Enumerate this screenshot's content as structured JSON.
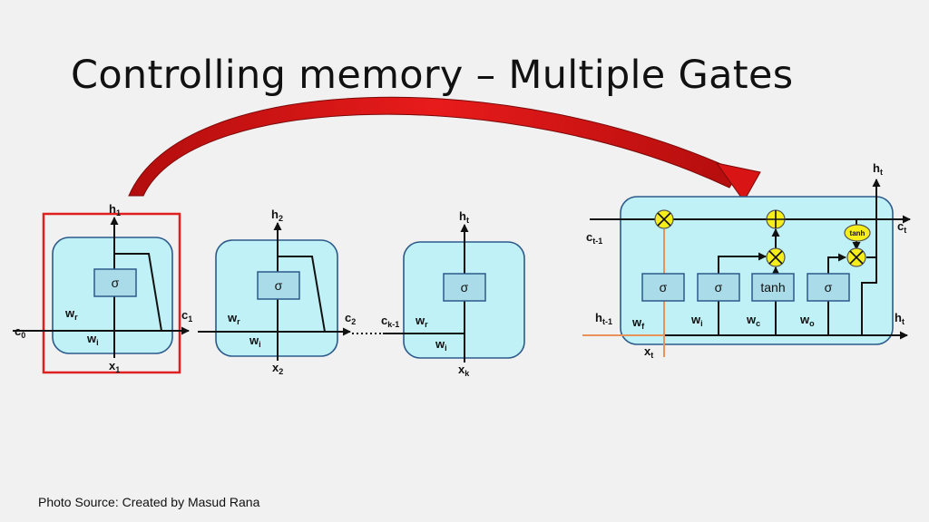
{
  "title": "Controlling memory – Multiple Gates",
  "footer": "Photo Source: Created by Masud Rana",
  "colors": {
    "cell_fill": "#bff1f6",
    "cell_stroke": "#2c5a8a",
    "gate_fill": "#a9dbe9",
    "highlight_red": "#e02020",
    "input_line_orange": "#e8925a",
    "op_yellow": "#f5ee1a",
    "arrow_red": "#cc1111"
  },
  "cells": [
    {
      "h": "h",
      "h_sub": "1",
      "x": "x",
      "x_sub": "1",
      "c_in": "c",
      "c_in_sub": "0",
      "c_out": "c",
      "c_out_sub": "1",
      "gate": "σ",
      "w_r": "w",
      "w_r_sub": "r",
      "w_i": "w",
      "w_i_sub": "i"
    },
    {
      "h": "h",
      "h_sub": "2",
      "x": "x",
      "x_sub": "2",
      "c_out": "c",
      "c_out_sub": "2",
      "gate": "σ",
      "w_r": "w",
      "w_r_sub": "r",
      "w_i": "w",
      "w_i_sub": "i"
    },
    {
      "h": "h",
      "h_sub": "t",
      "x": "x",
      "x_sub": "k",
      "c_in": "c",
      "c_in_sub": "k-1",
      "gate": "σ",
      "w_r": "w",
      "w_r_sub": "r",
      "w_i": "w",
      "w_i_sub": "i"
    }
  ],
  "lstm": {
    "h_top": "h",
    "h_top_sub": "t",
    "c_prev": "c",
    "c_prev_sub": "t-1",
    "c_next": "c",
    "c_next_sub": "t",
    "h_prev": "h",
    "h_prev_sub": "t-1",
    "h_out": "h",
    "h_out_sub": "t",
    "x": "x",
    "x_sub": "t",
    "gates": [
      "σ",
      "σ",
      "tanh",
      "σ"
    ],
    "weights": [
      {
        "w": "w",
        "sub": "f"
      },
      {
        "w": "w",
        "sub": "i"
      },
      {
        "w": "w",
        "sub": "c"
      },
      {
        "w": "w",
        "sub": "o"
      }
    ],
    "tanh_label": "tanh"
  }
}
